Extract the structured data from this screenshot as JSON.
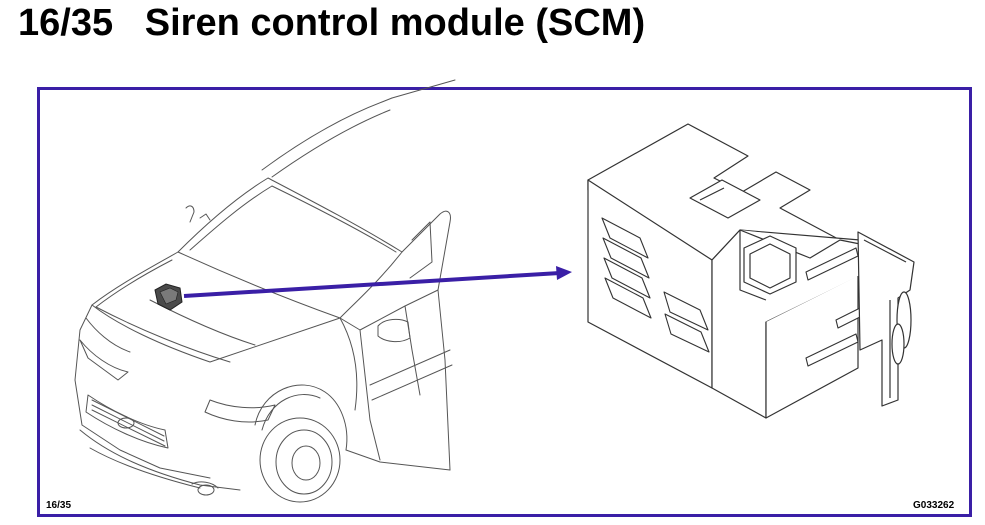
{
  "header": {
    "title": "16/35   Siren control module (SCM)"
  },
  "figure": {
    "page_ref": "16/35",
    "figure_code": "G033262"
  },
  "colors": {
    "frame": "#3a1fa6",
    "leader_line": "#3a1fa6",
    "module_marker": "#4a4a4a",
    "line_art": "#555555"
  }
}
